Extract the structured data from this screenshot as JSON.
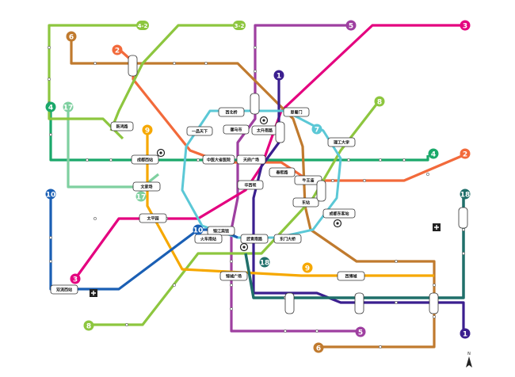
{
  "lines": [
    {
      "id": "1",
      "color": "#3b1f8f"
    },
    {
      "id": "2",
      "color": "#f26a3b"
    },
    {
      "id": "3",
      "color": "#e4007f"
    },
    {
      "id": "4",
      "color": "#1aa86a"
    },
    {
      "id": "5",
      "color": "#9e3fa0"
    },
    {
      "id": "6",
      "color": "#c07a2e"
    },
    {
      "id": "7",
      "color": "#5bc8d6"
    },
    {
      "id": "8",
      "color": "#8dc63f"
    },
    {
      "id": "9",
      "color": "#f6a800"
    },
    {
      "id": "10",
      "color": "#1a5fb4"
    },
    {
      "id": "17",
      "color": "#7fd0a0"
    },
    {
      "id": "18",
      "color": "#1f6f6a"
    }
  ],
  "branch_labels": [
    {
      "id": "4-2",
      "color": "#8dc63f",
      "text": "4-2"
    },
    {
      "id": "3-2",
      "color": "#8dc63f",
      "text": "3-2"
    }
  ],
  "hubs": [
    {
      "id": "tianfu",
      "text": "天府广场"
    },
    {
      "id": "chunxi",
      "text": "春熙路"
    },
    {
      "id": "taisheng",
      "text": "太升南路"
    },
    {
      "id": "luomashi",
      "text": "骡马市"
    },
    {
      "id": "zhongyi",
      "text": "中医大省医院"
    },
    {
      "id": "xibei",
      "text": "西北桥"
    },
    {
      "id": "yipin",
      "text": "一品天下"
    },
    {
      "id": "chengdu_west",
      "text": "成都西站"
    },
    {
      "id": "wenjia",
      "text": "文家场"
    },
    {
      "id": "huaxi",
      "text": "华西坝"
    },
    {
      "id": "niuwangmiao",
      "text": "牛王庙"
    },
    {
      "id": "chengdu_east",
      "text": "成都东客站"
    },
    {
      "id": "ligong",
      "text": "理工大学"
    },
    {
      "id": "simi",
      "text": "思蜀门"
    },
    {
      "id": "east_station",
      "text": "东站"
    },
    {
      "id": "taipingyuan",
      "text": "太平园"
    },
    {
      "id": "wuqing",
      "text": "武青南路"
    },
    {
      "id": "jinjiang",
      "text": "锦江宾馆"
    },
    {
      "id": "dongmen",
      "text": "东门大桥"
    },
    {
      "id": "tf_south",
      "text": "火车南站"
    },
    {
      "id": "jincheng",
      "text": "锦城广场"
    },
    {
      "id": "shuangliu",
      "text": "双流西站"
    },
    {
      "id": "xibo",
      "text": "西博城"
    },
    {
      "id": "xinhong",
      "text": "新鸿路"
    }
  ],
  "compass": "N"
}
